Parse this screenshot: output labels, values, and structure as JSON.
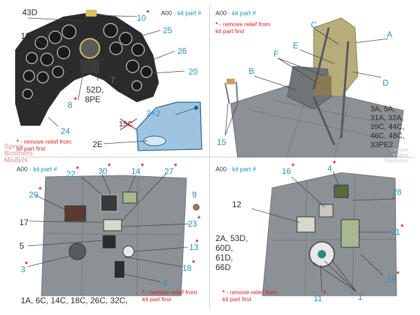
{
  "panels": {
    "top_left": {
      "labels": [
        "43D",
        "10",
        "25",
        "18A",
        "26",
        "20",
        "52D,",
        "8PE",
        "7",
        "8",
        "24",
        "2+2",
        "15C",
        "2E"
      ],
      "apart": {
        "code": "A00",
        "suffix": " - kit part #"
      },
      "note": {
        "line1": "- remove relief from",
        "line2": "kit part first"
      }
    },
    "top_right": {
      "apart": {
        "code": "A00",
        "suffix": " - kit part #"
      },
      "note": {
        "line1": "- remove relief from",
        "line2": "kit part first"
      },
      "labels": [
        "C",
        "A",
        "E",
        "F",
        "B",
        "D",
        "15"
      ],
      "parts_list": [
        "3A, 5A,",
        "31A, 32A,",
        "39C, 44C,",
        "46C, 48C,",
        "33PE2"
      ]
    },
    "bottom_left": {
      "apart": {
        "code": "A00",
        "suffix": " - kit part #"
      },
      "labels": [
        "22",
        "30",
        "14",
        "27",
        "29",
        "9",
        "17",
        "23",
        "5",
        "13",
        "3",
        "18",
        "6"
      ],
      "note": {
        "line1": "- remove relief from",
        "line2": "kit part first"
      },
      "parts_list": "1A, 6C, 14C, 18C, 26C, 32C,"
    },
    "bottom_right": {
      "apart": {
        "code": "A00",
        "suffix": " - kit part #"
      },
      "labels": [
        "16",
        "4",
        "28",
        "12",
        "21",
        "19",
        "11",
        "1"
      ],
      "parts_list": [
        "2A, 53D,",
        "60D,",
        "61D,",
        "66D"
      ],
      "note": {
        "line1": "- remove relief from",
        "line2": "kit part first"
      }
    }
  },
  "watermarks": {
    "left": [
      "Sprue",
      "Brothers",
      "Models"
    ],
    "right": [
      "Douglas",
      "Models",
      "Distributors"
    ]
  },
  "colors": {
    "label": "#2a8fc0",
    "star": "#e02020",
    "panel_gray": "#8c9196",
    "seat_khaki": "#b8ad7a",
    "decal_blue": "#9fc4e2"
  }
}
